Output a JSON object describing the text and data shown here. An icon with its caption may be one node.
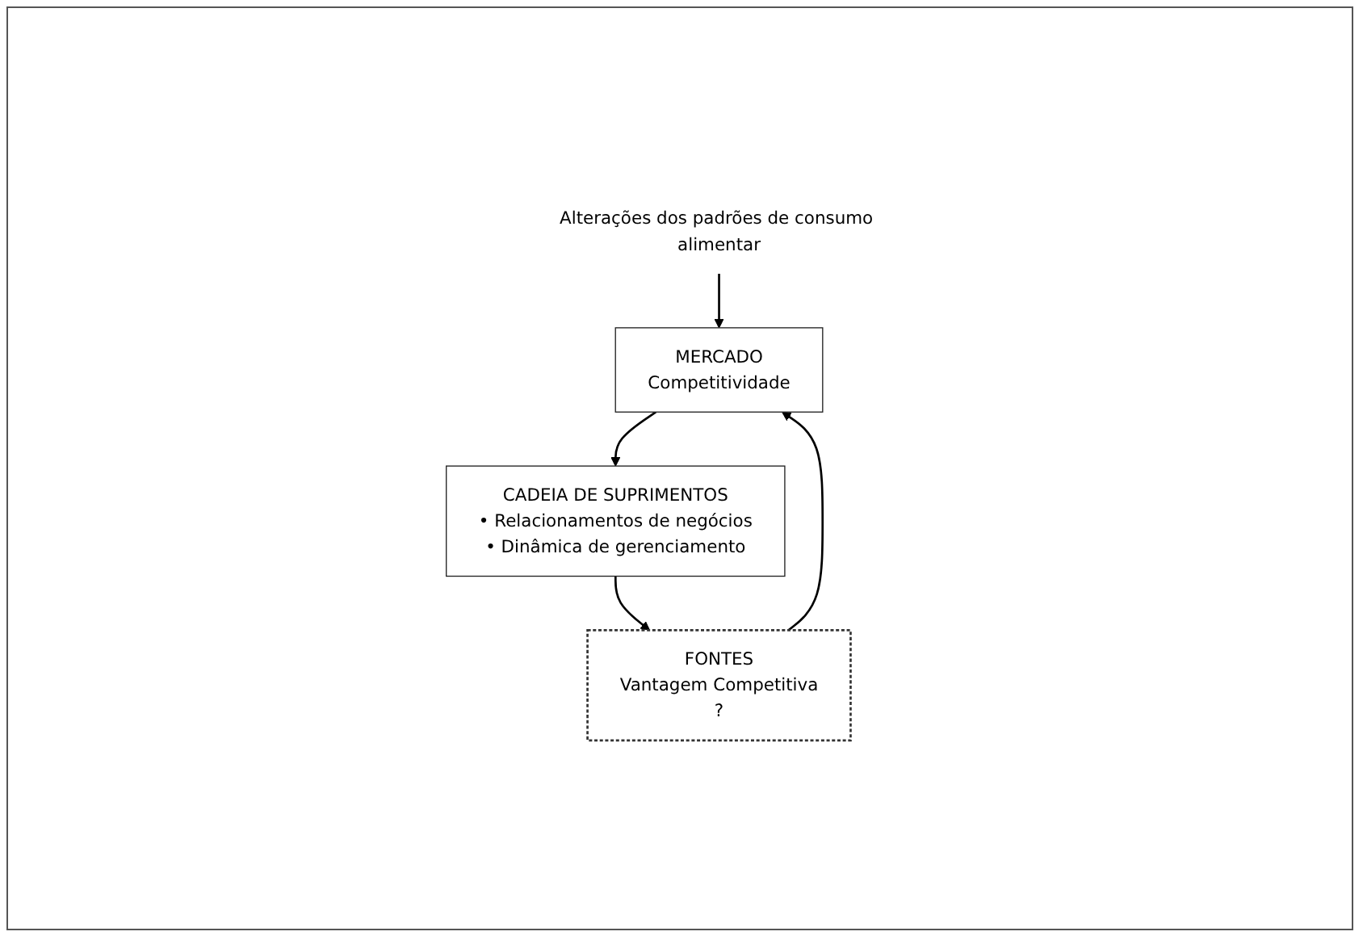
{
  "diagram": {
    "nodes": [
      {
        "text": [
          "Alterações dos padrões de consumo alimentar"
        ]
      },
      {
        "text": [
          "MERCADO",
          "Competitividade"
        ]
      },
      {
        "text": [
          "FONTES",
          "Vantagem Competitiva",
          "?"
        ]
      },
      {
        "text": [
          "CADEIA DE SUPRIMENTOS",
          "• Relacionamentos de negócios",
          "• Dinâmica de gerenciamento"
        ]
      }
    ],
    "edges": [
      {
        "from": 0,
        "to": 1,
        "arrow": "to"
      },
      {
        "from": 2,
        "to": 1,
        "arrow": "to"
      },
      {
        "from": 1,
        "to": 3,
        "arrow": "to"
      },
      {
        "from": 3,
        "to": 2,
        "arrow": "to"
      }
    ]
  }
}
